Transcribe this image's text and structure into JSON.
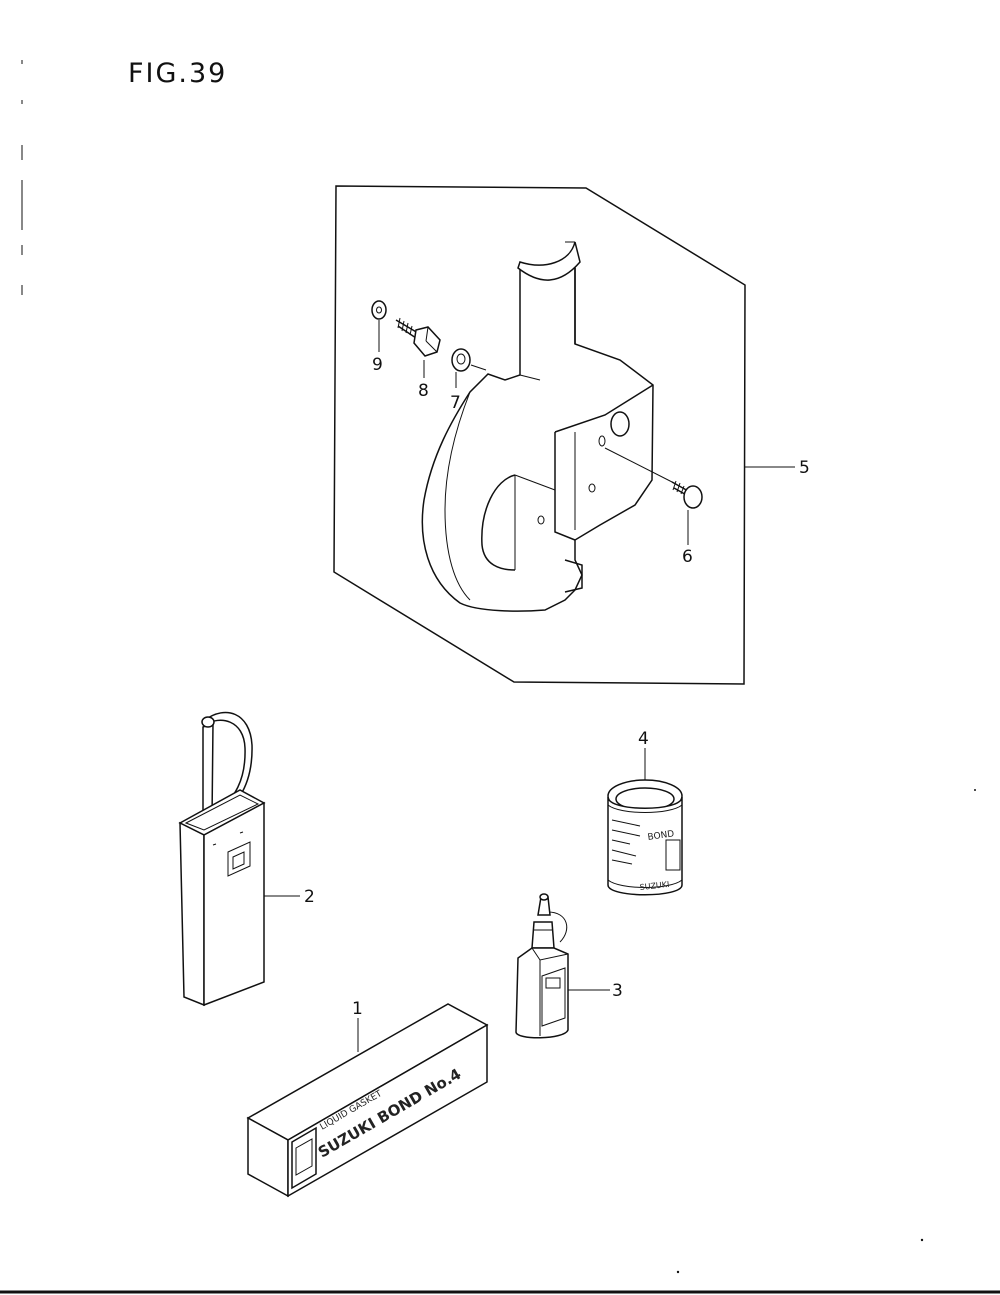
{
  "figure": {
    "title": "FIG.39"
  },
  "callouts": {
    "p1": "1",
    "p2": "2",
    "p3": "3",
    "p4": "4",
    "p5": "5",
    "p6": "6",
    "p7": "7",
    "p8": "8",
    "p9": "9"
  },
  "bond_box": {
    "line1": "LIQUID GASKET",
    "line2": "SUZUKI BOND No.4"
  },
  "can": {
    "label_top": "BOND",
    "label_bottom": "SUZUKI"
  }
}
